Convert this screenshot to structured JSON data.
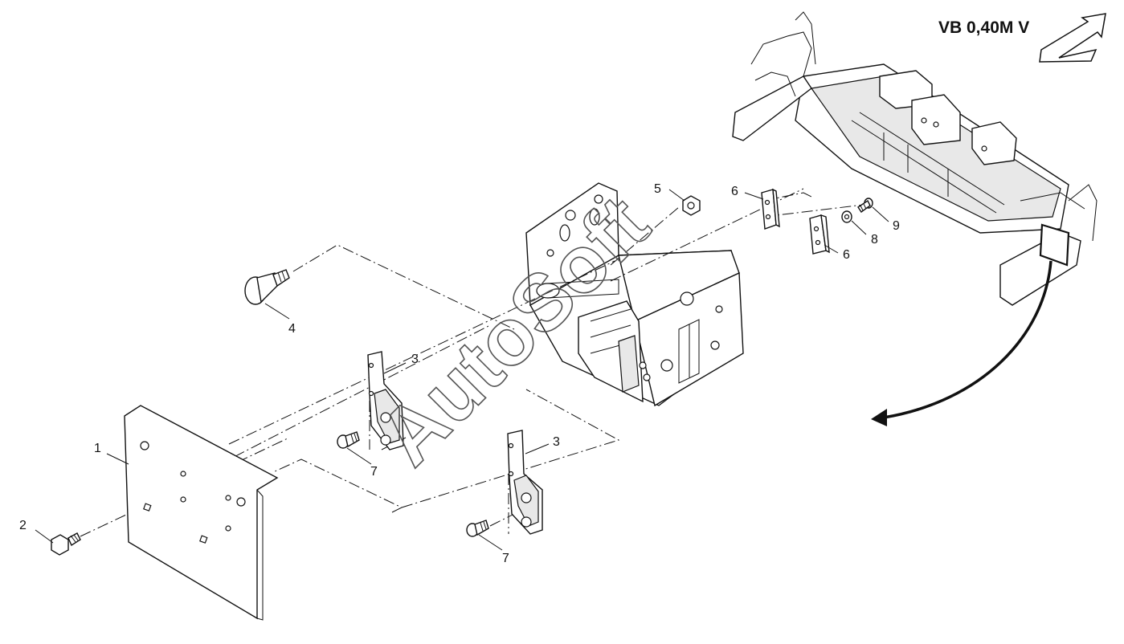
{
  "title": "VB 0,40M V",
  "callouts": {
    "c1": "1",
    "c2": "2",
    "c3a": "3",
    "c3b": "3",
    "c4": "4",
    "c5": "5",
    "c6a": "6",
    "c6b": "6",
    "c7a": "7",
    "c7b": "7",
    "c8": "8",
    "c9": "9"
  },
  "watermark": "AutoSoft"
}
